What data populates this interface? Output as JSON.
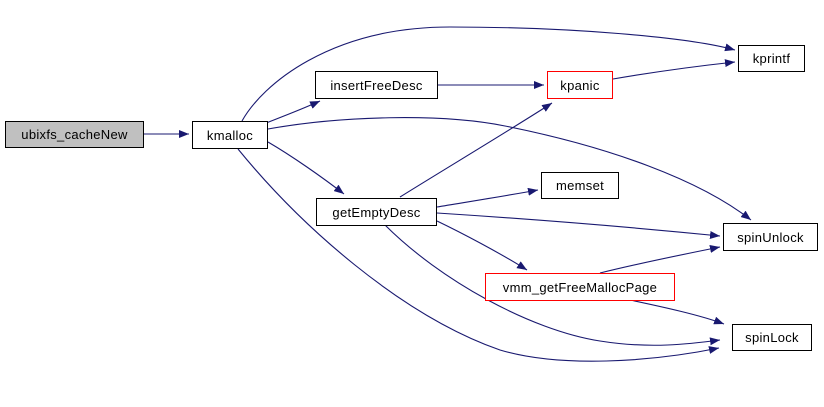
{
  "diagram": {
    "type": "call-graph",
    "root": "ubixfs_cacheNew",
    "colors": {
      "edge": "#191970",
      "node_border": "#000000",
      "node_fill": "#ffffff",
      "highlight_border": "#ff0000",
      "current_node_fill": "#c0c0c0",
      "text": "#000000",
      "background": "#ffffff"
    },
    "nodes": [
      {
        "id": "ubixfs_cacheNew",
        "label": "ubixfs_cacheNew",
        "style": "current"
      },
      {
        "id": "kmalloc",
        "label": "kmalloc",
        "style": "normal"
      },
      {
        "id": "insertFreeDesc",
        "label": "insertFreeDesc",
        "style": "normal"
      },
      {
        "id": "kpanic",
        "label": "kpanic",
        "style": "highlight"
      },
      {
        "id": "kprintf",
        "label": "kprintf",
        "style": "normal"
      },
      {
        "id": "getEmptyDesc",
        "label": "getEmptyDesc",
        "style": "normal"
      },
      {
        "id": "memset",
        "label": "memset",
        "style": "normal"
      },
      {
        "id": "spinUnlock",
        "label": "spinUnlock",
        "style": "normal"
      },
      {
        "id": "vmm_getFreeMallocPage",
        "label": "vmm_getFreeMallocPage",
        "style": "highlight"
      },
      {
        "id": "spinLock",
        "label": "spinLock",
        "style": "normal"
      }
    ],
    "edges": [
      {
        "from": "ubixfs_cacheNew",
        "to": "kmalloc"
      },
      {
        "from": "kmalloc",
        "to": "insertFreeDesc"
      },
      {
        "from": "kmalloc",
        "to": "kprintf"
      },
      {
        "from": "kmalloc",
        "to": "getEmptyDesc"
      },
      {
        "from": "kmalloc",
        "to": "spinUnlock"
      },
      {
        "from": "kmalloc",
        "to": "spinLock"
      },
      {
        "from": "insertFreeDesc",
        "to": "kpanic"
      },
      {
        "from": "kpanic",
        "to": "kprintf"
      },
      {
        "from": "getEmptyDesc",
        "to": "kpanic"
      },
      {
        "from": "getEmptyDesc",
        "to": "memset"
      },
      {
        "from": "getEmptyDesc",
        "to": "spinUnlock"
      },
      {
        "from": "getEmptyDesc",
        "to": "vmm_getFreeMallocPage"
      },
      {
        "from": "getEmptyDesc",
        "to": "spinLock"
      },
      {
        "from": "vmm_getFreeMallocPage",
        "to": "spinUnlock"
      },
      {
        "from": "vmm_getFreeMallocPage",
        "to": "spinLock"
      }
    ]
  }
}
